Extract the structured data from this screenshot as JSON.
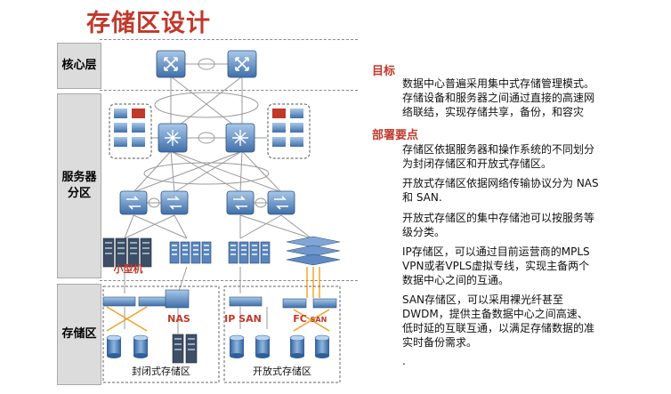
{
  "title": "存储区设计",
  "layers": {
    "core": "核心层",
    "server_line1": "服务器",
    "server_line2": "分区",
    "storage": "存储区"
  },
  "diagram_labels": {
    "minicomputer": "小型机",
    "nas": "NAS",
    "ip_san": "IP SAN",
    "fc_prefix": "FC",
    "fc_san": "SAN",
    "closed_storage": "封闭式存储区",
    "open_storage": "开放式存储区"
  },
  "right": {
    "goal_heading": "目标",
    "goal_line1": "数据中心普遍采用集中式存储管理模式。",
    "goal_line2": "存储设备和服务器之间通过直接的高速网",
    "goal_line3": "络联结，实现存储共享，备份，和容灾",
    "deploy_heading": "部署要点",
    "p1_line1": "存储区依据服务器和操作系统的不同划分",
    "p1_line2": "为封闭存储区和开放式存储区。",
    "p2_line1": "开放式存储区依据网络传输协议分为 NAS",
    "p2_line2": "和 SAN.",
    "p3_line1": "开放式存储区的集中存储池可以按服务等",
    "p3_line2": "级分类。",
    "p4_line1": "IP存储区，可以通过目前运营商的MPLS",
    "p4_line2": "VPN或者VPLS虚拟专线，实现主备两个",
    "p4_line3": "数据中心之间的互通。",
    "p5_line1": "SAN存储区，可以采用裸光纤甚至",
    "p5_line2": "DWDM，提供主备数据中心之间高速、",
    "p5_line3": "低时延的互联互通，以满足存储数据的准",
    "p5_line4": "实时备份需求。",
    "trailing_dot": "."
  },
  "colors": {
    "accent_red": "#c0392b",
    "device_blue": "#4d7fb8",
    "link_gray": "#9a9a9a",
    "fc_orange": "#f0a020"
  }
}
